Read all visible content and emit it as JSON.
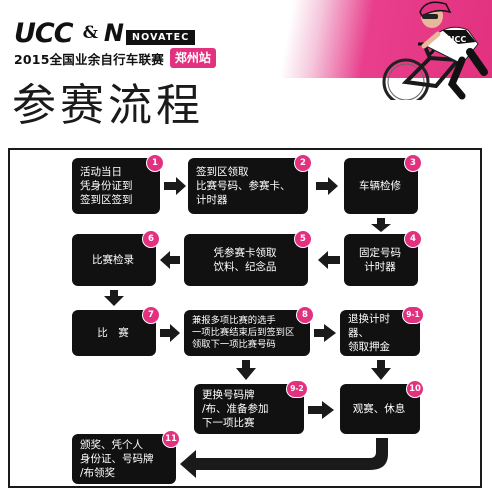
{
  "header": {
    "logo_ucc": "UCC",
    "logo_amp": "&",
    "logo_n": "N",
    "logo_novatec": "NOVATEC",
    "event_title": "2015全国业余自行车联赛",
    "city": "郑州站",
    "heading": "参赛流程"
  },
  "colors": {
    "accent": "#e2317f",
    "box": "#111111",
    "arrow": "#1a1a1a"
  },
  "steps": [
    {
      "num": "1",
      "text": "活动当日\n凭身份证到\n签到区签到"
    },
    {
      "num": "2",
      "text": "签到区领取\n比赛号码、参赛卡、\n计时器"
    },
    {
      "num": "3",
      "text": "车辆检修"
    },
    {
      "num": "4",
      "text": "固定号码\n计时器"
    },
    {
      "num": "5",
      "text": "凭参赛卡领取\n饮料、纪念品"
    },
    {
      "num": "6",
      "text": "比赛检录"
    },
    {
      "num": "7",
      "text": "比　赛"
    },
    {
      "num": "8",
      "text": "兼报多项比赛的选手\n一项比赛结束后到签到区\n领取下一项比赛号码"
    },
    {
      "num": "9-1",
      "text": "退换计时器、\n领取押金"
    },
    {
      "num": "9-2",
      "text": "更换号码牌\n/布、准备参加\n下一项比赛"
    },
    {
      "num": "10",
      "text": "观赛、休息"
    },
    {
      "num": "11",
      "text": "颁奖、凭个人\n身份证、号码牌\n/布领奖"
    }
  ]
}
